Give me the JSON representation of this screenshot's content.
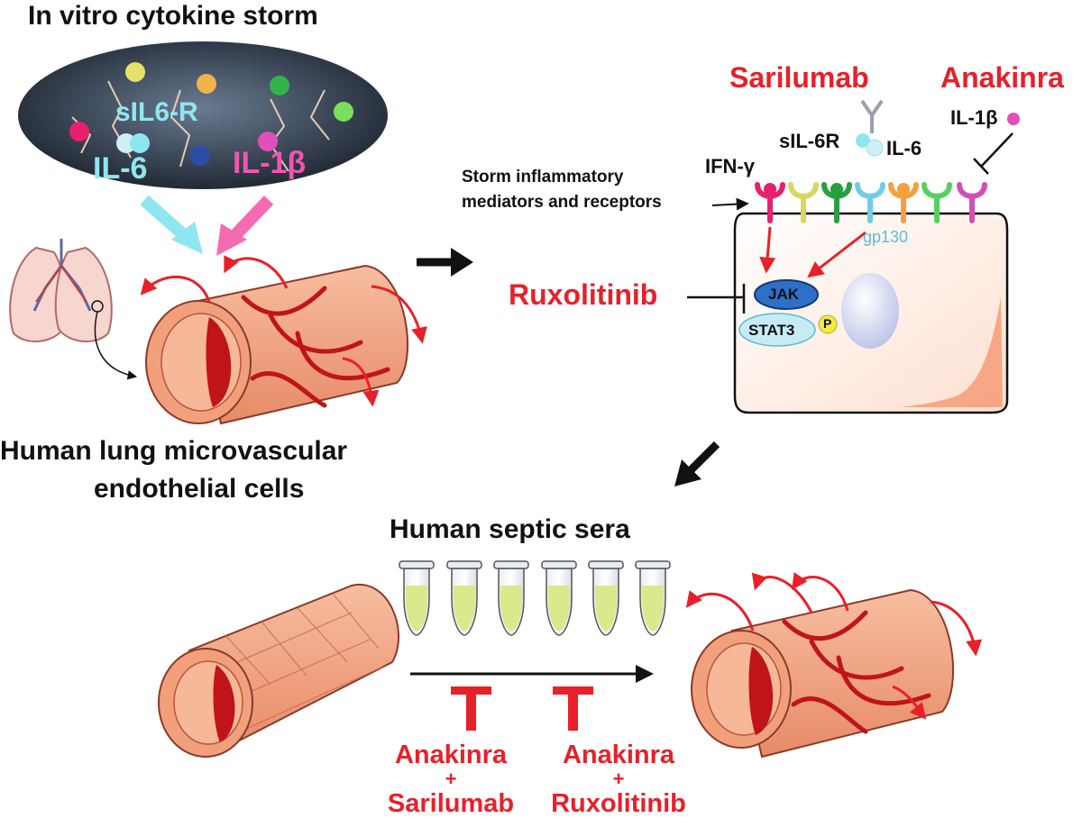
{
  "title": "In vitro cytokine storm",
  "storm": {
    "sil6r_label": "sIL6-R",
    "il6_label": "IL-6",
    "il1b_label": "IL-1β"
  },
  "left_caption": {
    "line1": "Human lung microvascular",
    "line2": "endothelial cells"
  },
  "cell": {
    "sarilumab": "Sarilumab",
    "anakinra": "Anakinra",
    "il1b": "IL-1β",
    "sil6r": "sIL-6R",
    "il6": "IL-6",
    "ifng": "IFN-γ",
    "storm_line1": "Storm inflammatory",
    "storm_line2": "mediators and receptors",
    "gp130": "gp130",
    "ruxolitinib": "Ruxolitinib",
    "jak": "JAK",
    "stat3": "STAT3",
    "p": "P"
  },
  "sera": {
    "title": "Human septic sera"
  },
  "treatments": {
    "t1": {
      "line1": "Anakinra",
      "line2": "+",
      "line3": "Sarilumab"
    },
    "t2": {
      "line1": "Anakinra",
      "line2": "+",
      "line3": "Ruxolitinib"
    }
  },
  "colors": {
    "red": "#e8202a",
    "cyan": "#8fe6f0",
    "pink": "#f0469e",
    "vessel": "#f2a07c",
    "vessel_dark": "#c0141b"
  }
}
